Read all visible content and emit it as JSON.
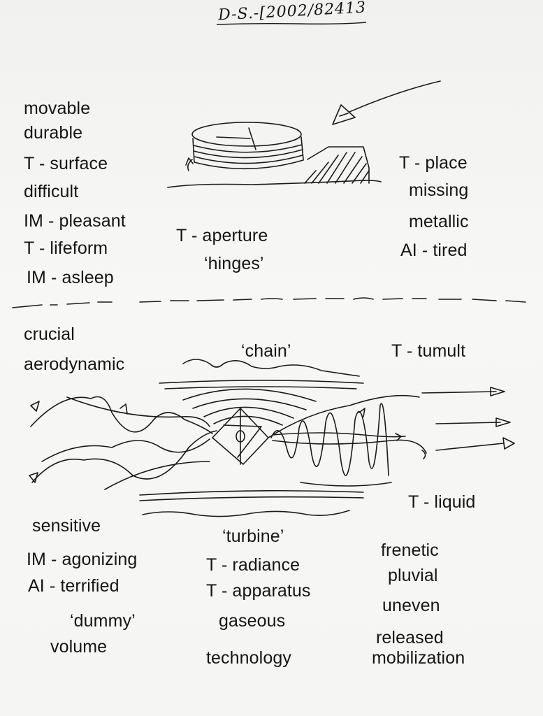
{
  "header": {
    "reference_code": "D-S.-[2002/82413"
  },
  "top_section": {
    "left_column": [
      "movable",
      "durable",
      "T - surface",
      "difficult",
      "IM - pleasant",
      "T - lifeform",
      "IM - asleep"
    ],
    "center_column": [
      "T - aperture",
      "‘hinges’"
    ],
    "right_column": [
      "T - place",
      "missing",
      "metallic",
      "AI - tired"
    ]
  },
  "bottom_section": {
    "top_left": [
      "crucial",
      "aerodynamic"
    ],
    "top_center": "‘chain’",
    "top_right": "T - tumult",
    "mid_right": "T - liquid",
    "left_column": [
      "sensitive",
      "IM - agonizing",
      "AI - terrified",
      "‘dummy’",
      "volume"
    ],
    "center_column": [
      "‘turbine’",
      "T - radiance",
      "T - apparatus",
      "gaseous",
      "technology"
    ],
    "right_column": [
      "frenetic",
      "pluvial",
      "uneven",
      "released",
      "mobilization"
    ]
  }
}
